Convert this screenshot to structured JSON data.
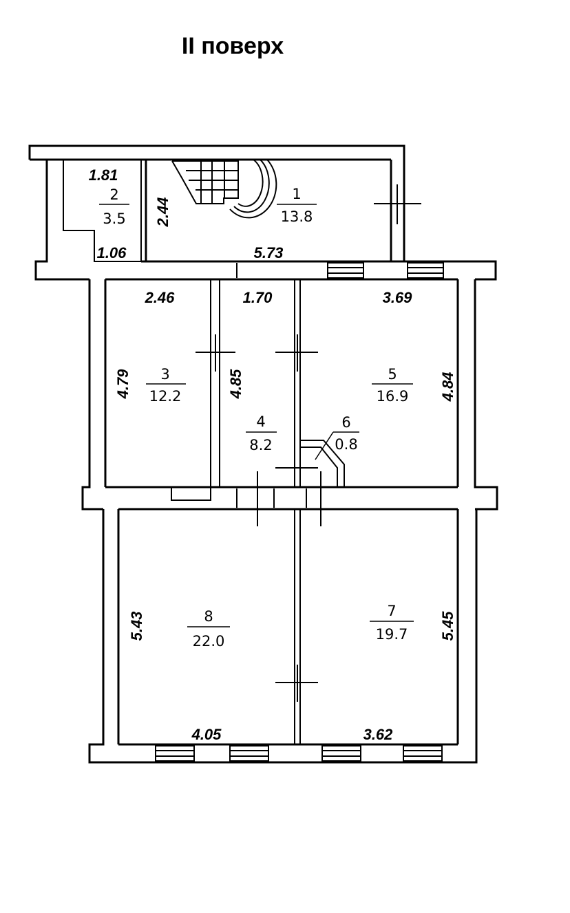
{
  "title": "II поверх",
  "rooms": [
    {
      "number": "1",
      "area": "13.8"
    },
    {
      "number": "2",
      "area": "3.5"
    },
    {
      "number": "3",
      "area": "12.2"
    },
    {
      "number": "4",
      "area": "8.2"
    },
    {
      "number": "5",
      "area": "16.9"
    },
    {
      "number": "6",
      "area": "0.8"
    },
    {
      "number": "7",
      "area": "19.7"
    },
    {
      "number": "8",
      "area": "22.0"
    }
  ],
  "dimensions": {
    "d_2_top": "1.81",
    "d_2_bottom": "1.06",
    "d_1_height": "2.44",
    "d_1_width": "5.73",
    "d_3_width": "2.46",
    "d_4_width": "1.70",
    "d_5_width": "3.69",
    "d_3_height": "4.79",
    "d_4_height": "4.85",
    "d_5_height": "4.84",
    "d_8_height": "5.43",
    "d_7_height": "5.45",
    "d_8_width": "4.05",
    "d_7_width": "3.62"
  }
}
